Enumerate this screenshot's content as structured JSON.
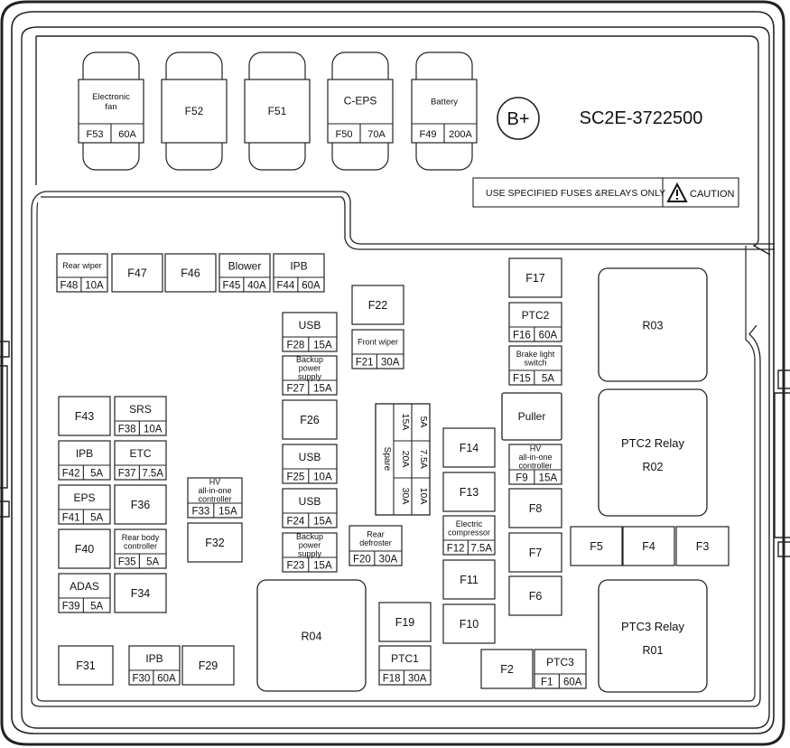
{
  "part_number": "SC2E-3722500",
  "terminal_label": "B+",
  "caution": {
    "notice": "USE SPECIFIED FUSES &RELAYS ONLY",
    "label": "CAUTION",
    "icon": "warning-triangle-icon"
  },
  "top_fuses": [
    {
      "id": "F53",
      "desc": "Electronic fan",
      "rating": "60A"
    },
    {
      "id": "F52",
      "desc": "",
      "rating": ""
    },
    {
      "id": "F51",
      "desc": "",
      "rating": ""
    },
    {
      "id": "F50",
      "desc": "C-EPS",
      "rating": "70A"
    },
    {
      "id": "F49",
      "desc": "Battery",
      "rating": "200A"
    }
  ],
  "fuses": [
    {
      "id": "F48",
      "desc": "Rear wiper",
      "rating": "10A"
    },
    {
      "id": "F47",
      "desc": "",
      "rating": ""
    },
    {
      "id": "F46",
      "desc": "",
      "rating": ""
    },
    {
      "id": "F45",
      "desc": "Blower",
      "rating": "40A"
    },
    {
      "id": "F44",
      "desc": "IPB",
      "rating": "60A"
    },
    {
      "id": "F43",
      "desc": "",
      "rating": ""
    },
    {
      "id": "F38",
      "desc": "SRS",
      "rating": "10A"
    },
    {
      "id": "F42",
      "desc": "IPB",
      "rating": "5A"
    },
    {
      "id": "F37",
      "desc": "ETC",
      "rating": "7.5A"
    },
    {
      "id": "F41",
      "desc": "EPS",
      "rating": "5A"
    },
    {
      "id": "F36",
      "desc": "",
      "rating": ""
    },
    {
      "id": "F40",
      "desc": "",
      "rating": ""
    },
    {
      "id": "F35",
      "desc": "Rear body controller",
      "rating": "5A"
    },
    {
      "id": "F39",
      "desc": "ADAS",
      "rating": "5A"
    },
    {
      "id": "F34",
      "desc": "",
      "rating": ""
    },
    {
      "id": "F33",
      "desc": "HV all-in-one controller",
      "rating": "15A"
    },
    {
      "id": "F32",
      "desc": "",
      "rating": ""
    },
    {
      "id": "F31",
      "desc": "",
      "rating": ""
    },
    {
      "id": "F30",
      "desc": "IPB",
      "rating": "60A"
    },
    {
      "id": "F29",
      "desc": "",
      "rating": ""
    },
    {
      "id": "F28",
      "desc": "USB",
      "rating": "15A"
    },
    {
      "id": "F27",
      "desc": "Backup power supply",
      "rating": "15A"
    },
    {
      "id": "F26",
      "desc": "",
      "rating": ""
    },
    {
      "id": "F25",
      "desc": "USB",
      "rating": "10A"
    },
    {
      "id": "F24",
      "desc": "USB",
      "rating": "15A"
    },
    {
      "id": "F23",
      "desc": "Backup power supply",
      "rating": "15A"
    },
    {
      "id": "F22",
      "desc": "",
      "rating": ""
    },
    {
      "id": "F21",
      "desc": "Front wiper",
      "rating": "30A"
    },
    {
      "id": "F20",
      "desc": "Rear defroster",
      "rating": "30A"
    },
    {
      "id": "F19",
      "desc": "",
      "rating": ""
    },
    {
      "id": "F18",
      "desc": "PTC1",
      "rating": "30A"
    },
    {
      "id": "F17",
      "desc": "",
      "rating": ""
    },
    {
      "id": "F16",
      "desc": "PTC2",
      "rating": "60A"
    },
    {
      "id": "F15",
      "desc": "Brake light switch",
      "rating": "5A"
    },
    {
      "id": "F14",
      "desc": "",
      "rating": ""
    },
    {
      "id": "F13",
      "desc": "",
      "rating": ""
    },
    {
      "id": "F12",
      "desc": "Electric compressor",
      "rating": "7.5A"
    },
    {
      "id": "F11",
      "desc": "",
      "rating": ""
    },
    {
      "id": "F10",
      "desc": "",
      "rating": ""
    },
    {
      "id": "F9",
      "desc": "HV all-in-one controller",
      "rating": "15A"
    },
    {
      "id": "F8",
      "desc": "",
      "rating": ""
    },
    {
      "id": "F7",
      "desc": "",
      "rating": ""
    },
    {
      "id": "F6",
      "desc": "",
      "rating": ""
    },
    {
      "id": "F5",
      "desc": "",
      "rating": ""
    },
    {
      "id": "F4",
      "desc": "",
      "rating": ""
    },
    {
      "id": "F3",
      "desc": "",
      "rating": ""
    },
    {
      "id": "F2",
      "desc": "",
      "rating": ""
    },
    {
      "id": "F1",
      "desc": "PTC3",
      "rating": "60A"
    }
  ],
  "spare": {
    "label": "Spare",
    "ratings": [
      "15A",
      "20A",
      "30A",
      "5A",
      "7.5A",
      "10A"
    ]
  },
  "puller_label": "Puller",
  "relays": [
    {
      "id": "R03",
      "name": ""
    },
    {
      "id": "R02",
      "name": "PTC2 Relay"
    },
    {
      "id": "R04",
      "name": ""
    },
    {
      "id": "R01",
      "name": "PTC3 Relay"
    }
  ]
}
